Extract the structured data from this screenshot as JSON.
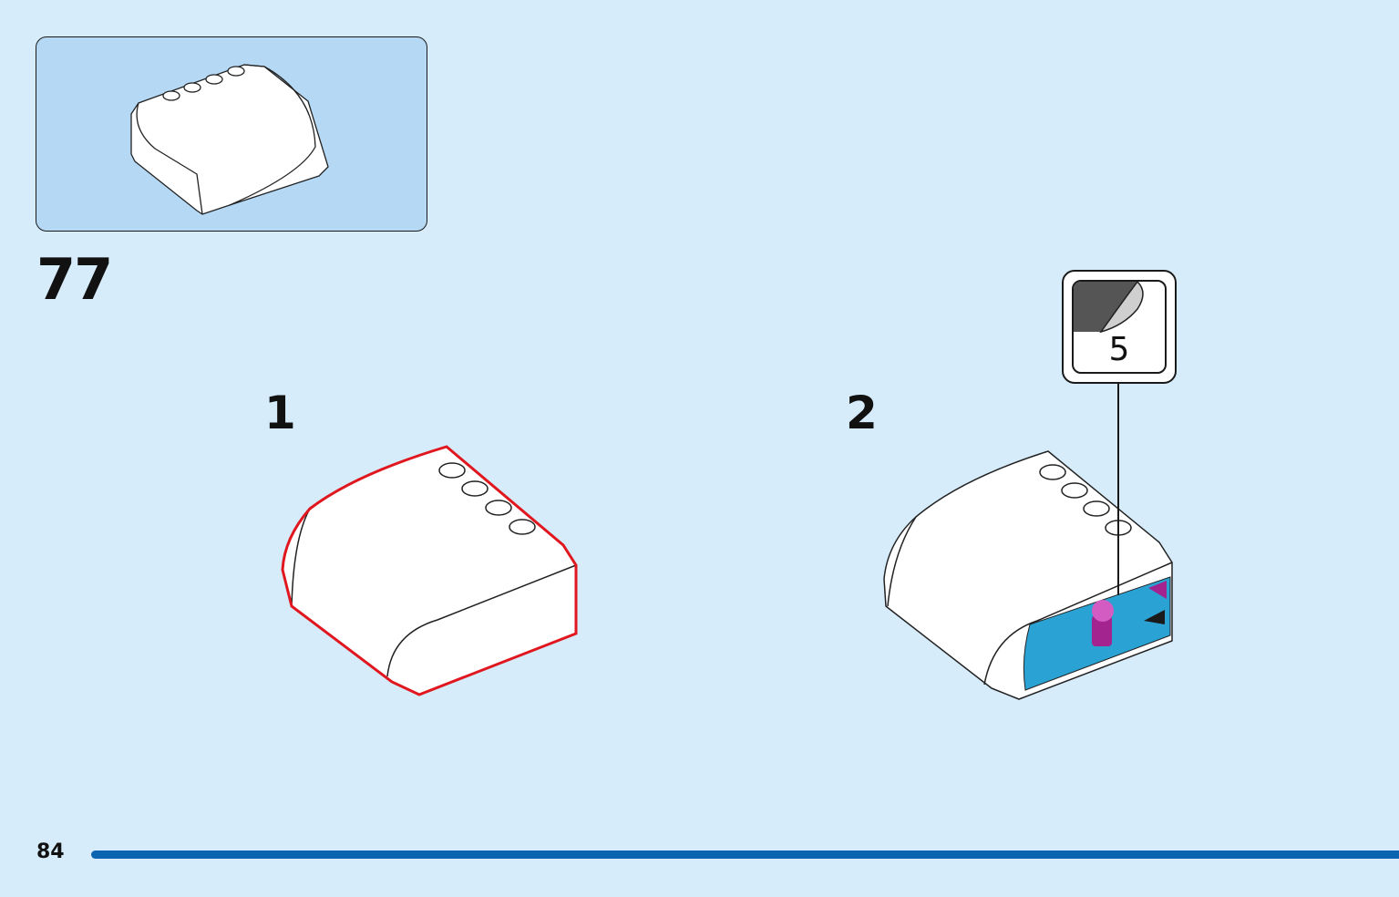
{
  "step": {
    "number": "77"
  },
  "substeps": [
    {
      "label": "1"
    },
    {
      "label": "2"
    }
  ],
  "sticker": {
    "number": "5"
  },
  "footer": {
    "page_number": "84"
  },
  "colors": {
    "background": "#d6ecfa",
    "parts_box": "#b5d9f5",
    "highlight": "#e0171f",
    "page_bar": "#0a64b0",
    "sticker_blue": "#2aa3d4",
    "sticker_magenta": "#a3238f"
  }
}
